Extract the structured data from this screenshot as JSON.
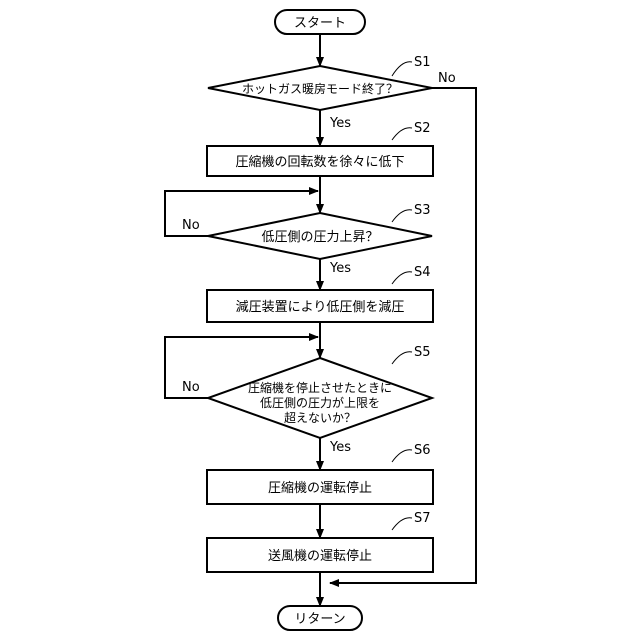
{
  "start": "スタート",
  "end": "リターン",
  "steps": {
    "s1": {
      "id": "S1",
      "text": "ホットガス暖房モード終了？"
    },
    "s2": {
      "id": "S2",
      "text": "圧縮機の回転数を徐々に低下"
    },
    "s3": {
      "id": "S3",
      "text": "低圧側の圧力上昇？"
    },
    "s4": {
      "id": "S4",
      "text": "減圧装置により低圧側を減圧"
    },
    "s5": {
      "id": "S5",
      "lines": [
        "圧縮機を停止させたときに",
        "低圧側の圧力が上限を",
        "超えないか？"
      ]
    },
    "s6": {
      "id": "S6",
      "text": "圧縮機の運転停止"
    },
    "s7": {
      "id": "S7",
      "text": "送風機の運転停止"
    }
  },
  "branches": {
    "yes": "Yes",
    "no": "No"
  }
}
